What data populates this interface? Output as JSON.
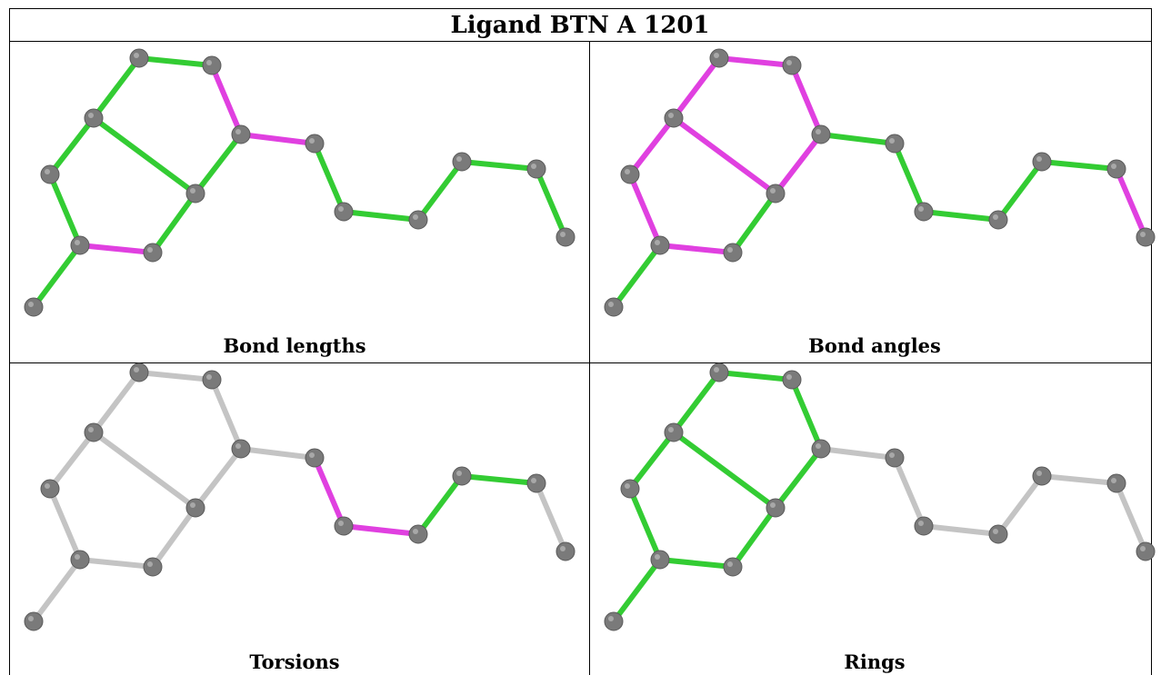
{
  "title": "Ligand BTN A 1201",
  "colors": {
    "ok": "#33cc33",
    "outlier": "#e040e0",
    "not_assessed": "#c4c4c4",
    "atom": "#7a7a7a"
  },
  "panels": [
    {
      "caption": "Bond lengths",
      "bond_colors": [
        "ok",
        "ok",
        "outlier",
        "ok",
        "ok",
        "ok",
        "ok",
        "outlier",
        "ok",
        "ok",
        "outlier",
        "ok",
        "ok",
        "ok",
        "ok",
        "ok",
        "ok",
        "ok"
      ]
    },
    {
      "caption": "Bond angles",
      "bond_colors": [
        "outlier",
        "outlier",
        "outlier",
        "outlier",
        "outlier",
        "outlier",
        "outlier",
        "outlier",
        "ok",
        "ok",
        "ok",
        "ok",
        "ok",
        "ok",
        "ok",
        "outlier",
        "outlier",
        "ok"
      ]
    },
    {
      "caption": "Torsions",
      "bond_colors": [
        "not_assessed",
        "not_assessed",
        "not_assessed",
        "not_assessed",
        "not_assessed",
        "not_assessed",
        "not_assessed",
        "not_assessed",
        "not_assessed",
        "not_assessed",
        "not_assessed",
        "outlier",
        "outlier",
        "ok",
        "ok",
        "not_assessed",
        "not_assessed",
        "not_assessed"
      ]
    },
    {
      "caption": "Rings",
      "bond_colors": [
        "ok",
        "ok",
        "ok",
        "ok",
        "ok",
        "ok",
        "ok",
        "ok",
        "ok",
        "ok",
        "not_assessed",
        "not_assessed",
        "not_assessed",
        "not_assessed",
        "not_assessed",
        "not_assessed",
        "not_assessed",
        "not_assessed"
      ]
    }
  ]
}
